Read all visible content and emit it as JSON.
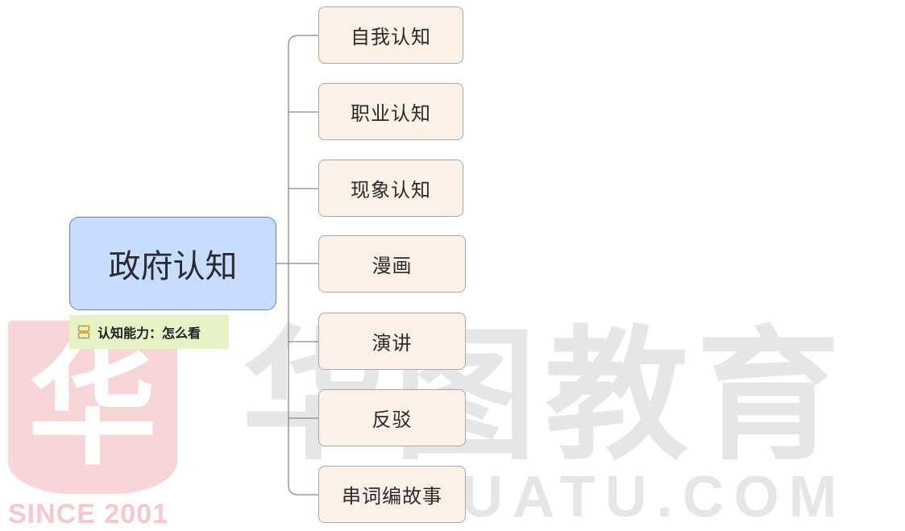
{
  "watermark": {
    "logo_glyph": "华",
    "since": "SINCE 2001",
    "brand": "华图教育",
    "domain": "UATU.COM"
  },
  "root": {
    "label": "政府认知"
  },
  "note": {
    "icon": "note-list-icon",
    "text": "认知能力：怎么看"
  },
  "children": [
    {
      "label": "自我认知"
    },
    {
      "label": "职业认知"
    },
    {
      "label": "现象认知"
    },
    {
      "label": "漫画"
    },
    {
      "label": "演讲"
    },
    {
      "label": "反驳"
    },
    {
      "label": "串词编故事"
    }
  ],
  "colors": {
    "root_fill": "#c7dcff",
    "child_fill": "#fdf1e7",
    "note_fill": "#e6f3c7",
    "connector": "#8a8a8a"
  }
}
